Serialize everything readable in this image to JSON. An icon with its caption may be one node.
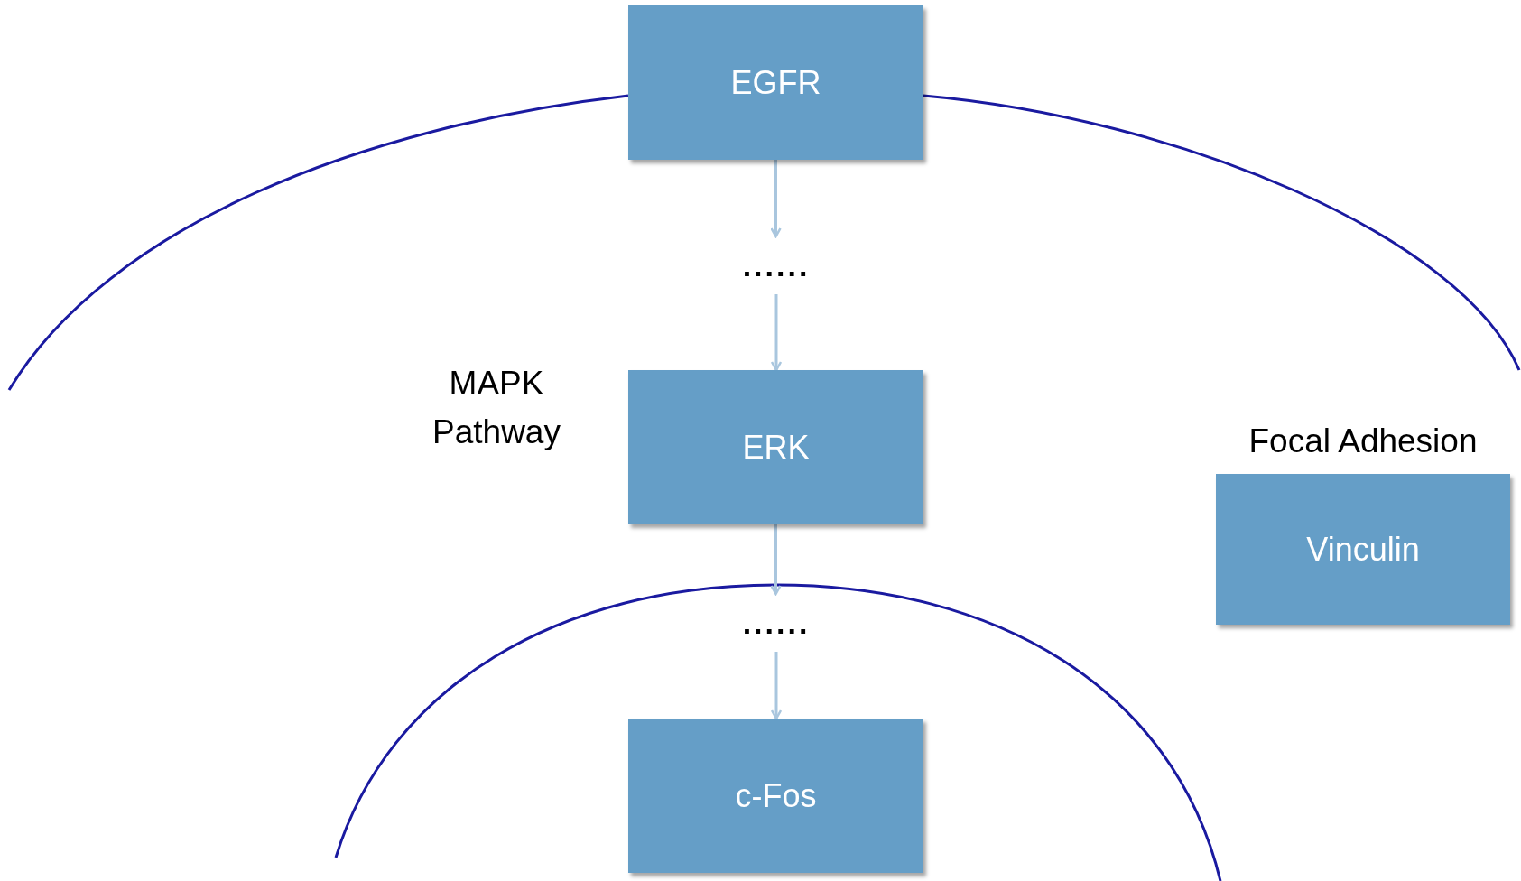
{
  "diagram": {
    "nodes": [
      {
        "text": [
          "EGFR"
        ]
      },
      {
        "text": [
          "......"
        ]
      },
      {
        "text": [
          "ERK"
        ]
      },
      {
        "text": [
          "......"
        ]
      },
      {
        "text": [
          "c-Fos"
        ]
      },
      {
        "text": [
          "Vinculin"
        ],
        "beside": [
          "Focal Adhesion"
        ]
      }
    ],
    "edges": [
      {
        "from": 0,
        "to": 1,
        "arrow": "to"
      },
      {
        "from": 1,
        "to": 2,
        "arrow": "to"
      },
      {
        "from": 2,
        "to": 3,
        "arrow": "to"
      },
      {
        "from": 3,
        "to": 4,
        "arrow": "to"
      }
    ],
    "labels": [
      "MAPK Pathway"
    ]
  }
}
